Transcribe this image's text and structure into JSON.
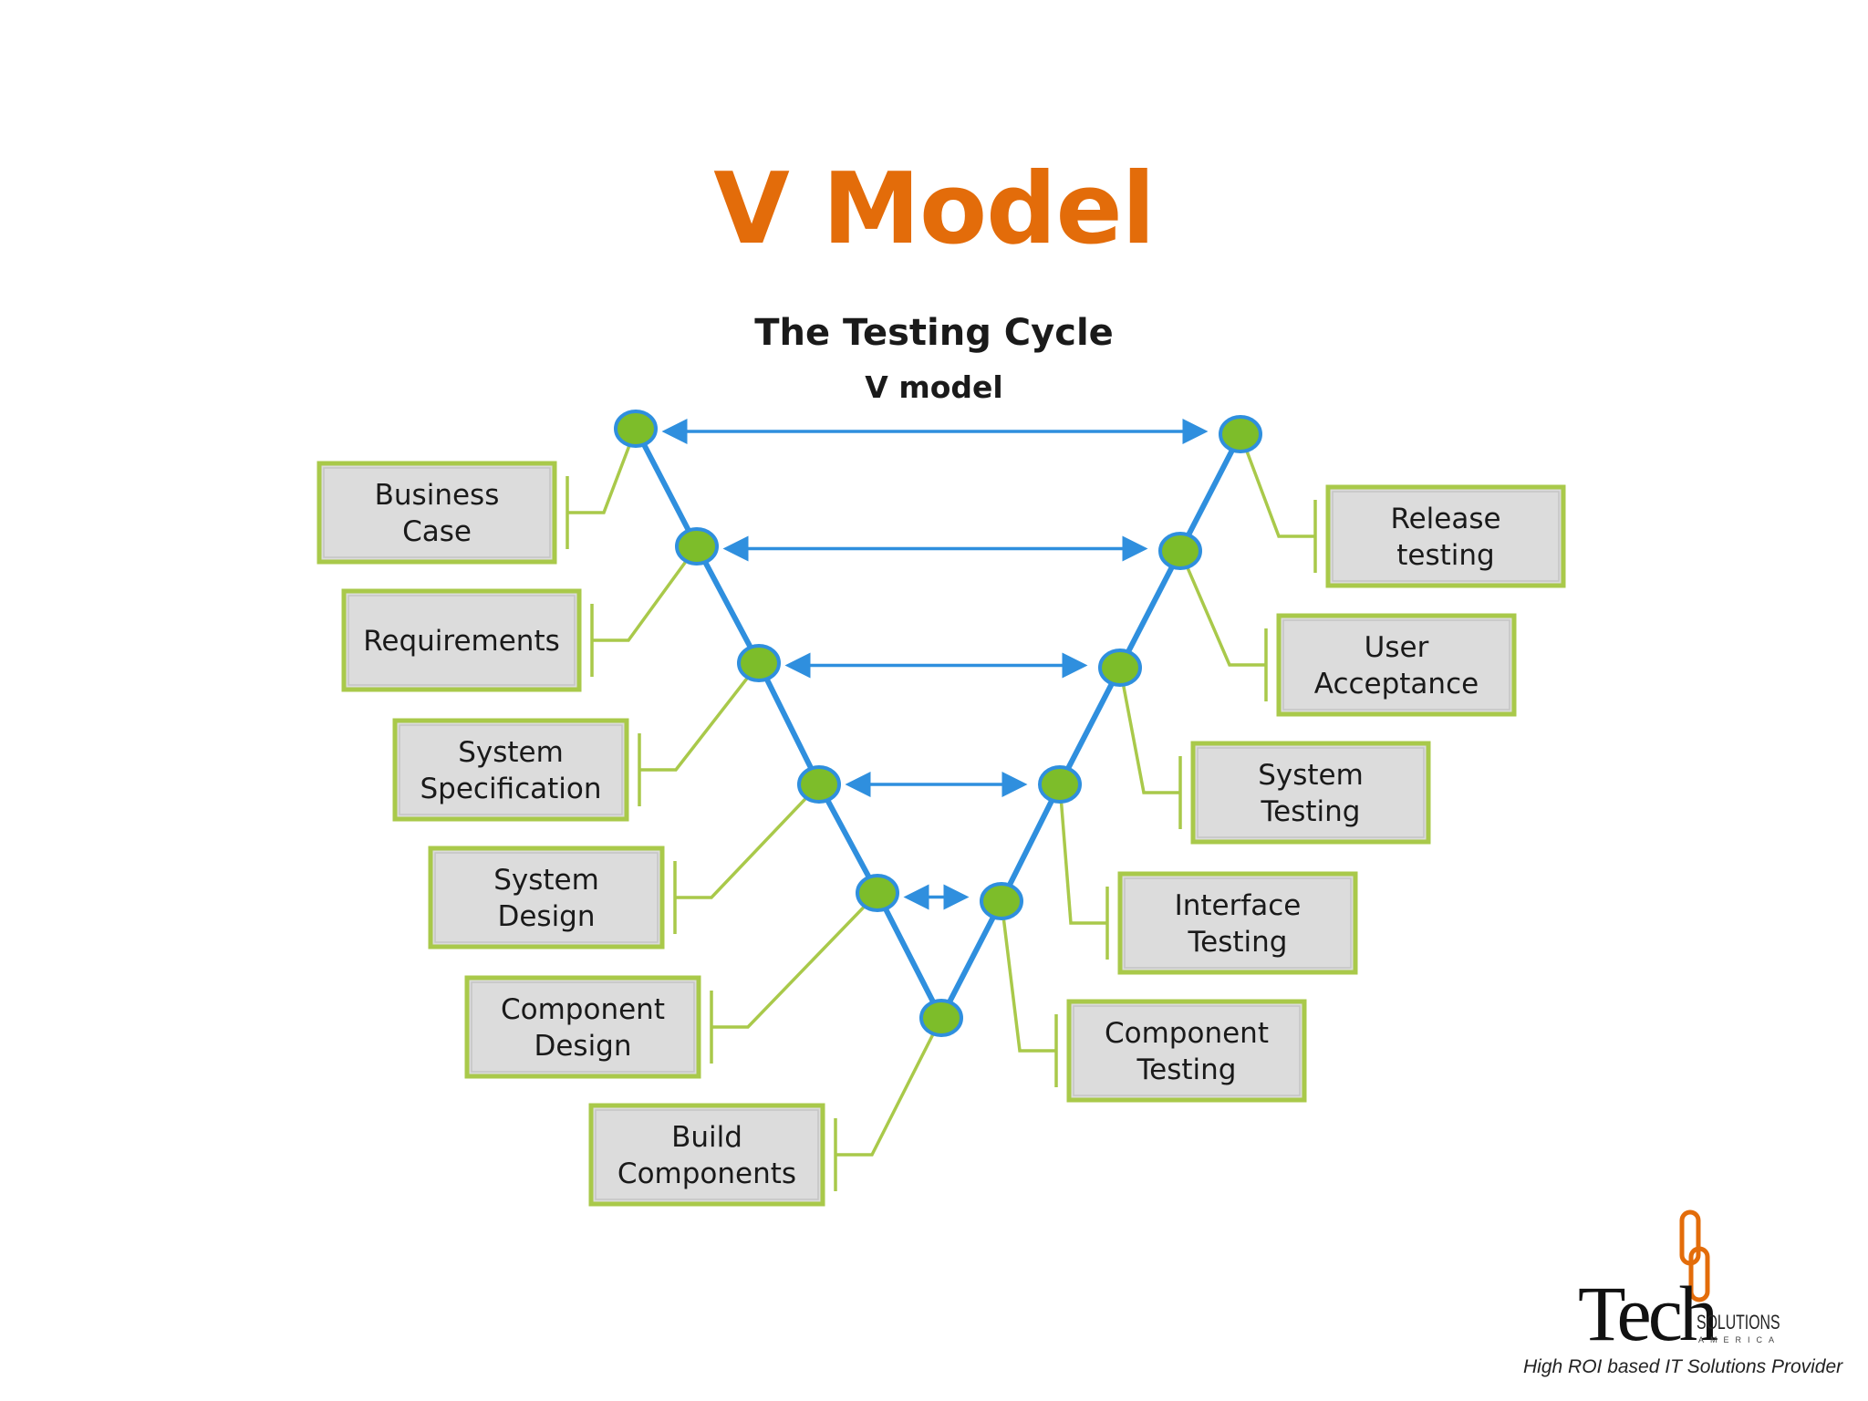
{
  "slide_title": "V Model",
  "diagram": {
    "title": "The Testing Cycle",
    "subtitle": "V model",
    "colors": {
      "v_line": "#2f8fde",
      "node_fill": "#7dbd2a",
      "node_stroke": "#2f8fde",
      "arrow": "#2f8fde",
      "box_fill": "#dcdcdc",
      "box_border": "#a9c94a",
      "connector": "#a9c94a"
    },
    "left_stages": [
      [
        "Business",
        "Case"
      ],
      [
        "Requirements"
      ],
      [
        "System",
        "Specification"
      ],
      [
        "System",
        "Design"
      ],
      [
        "Component",
        "Design"
      ],
      [
        "Build",
        "Components"
      ]
    ],
    "right_stages": [
      [
        "Release",
        "testing"
      ],
      [
        "User",
        "Acceptance"
      ],
      [
        "System",
        "Testing"
      ],
      [
        "Interface",
        "Testing"
      ],
      [
        "Component",
        "Testing"
      ]
    ],
    "arrow_icon": "double-headed-arrow-icon"
  },
  "logo": {
    "tech": "Tech",
    "solutions": "SOLUTIONS",
    "america": "AMERICA",
    "tagline": "High ROI based IT Solutions Provider"
  }
}
